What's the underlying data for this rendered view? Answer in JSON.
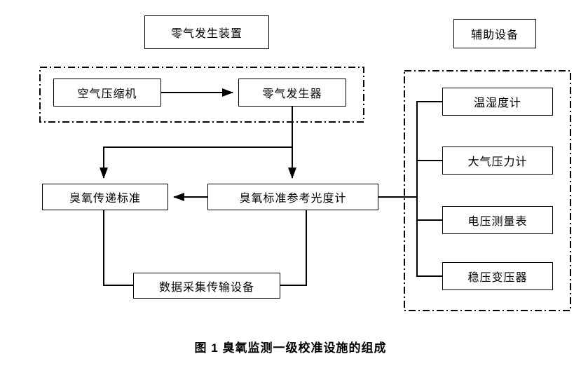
{
  "diagram": {
    "caption": "图 1  臭氧监测一级校准设施的组成",
    "groups": {
      "zero_gas_unit": {
        "label": "零气发生装置"
      },
      "auxiliary": {
        "label": "辅助设备"
      }
    },
    "nodes": {
      "air_compressor": "空气压缩机",
      "zero_gas_generator": "零气发生器",
      "ozone_transfer_standard": "臭氧传递标准",
      "ozone_reference_photometer": "臭氧标准参考光度计",
      "data_acquisition": "数据采集传输设备",
      "thermo_hygrometer": "温湿度计",
      "barometer": "大气压力计",
      "voltmeter": "电压测量表",
      "voltage_stabilizer": "稳压变压器"
    },
    "colors": {
      "line": "#000000",
      "background": "#ffffff"
    }
  }
}
